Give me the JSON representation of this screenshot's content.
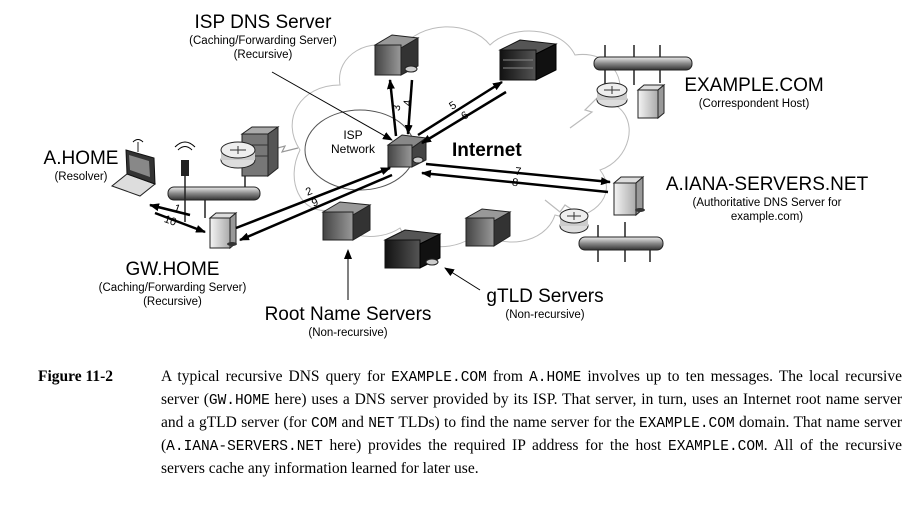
{
  "nodes": {
    "isp_dns": {
      "title": "ISP DNS Server",
      "sub1": "(Caching/Forwarding Server)",
      "sub2": "(Recursive)"
    },
    "example_com": {
      "title": "EXAMPLE.COM",
      "sub1": "(Correspondent Host)"
    },
    "a_home": {
      "title": "A.HOME",
      "sub1": "(Resolver)"
    },
    "gw_home": {
      "title": "GW.HOME",
      "sub1": "(Caching/Forwarding Server)",
      "sub2": "(Recursive)"
    },
    "iana": {
      "title": "A.IANA-SERVERS.NET",
      "sub1": "(Authoritative DNS Server for",
      "sub2": "example.com)"
    },
    "root": {
      "title": "Root Name Servers",
      "sub1": "(Non-recursive)"
    },
    "gtld": {
      "title": "gTLD Servers",
      "sub1": "(Non-recursive)"
    },
    "isp_network": {
      "line1": "ISP",
      "line2": "Network"
    },
    "internet": "Internet"
  },
  "messages": [
    "1",
    "2",
    "3",
    "4",
    "5",
    "6",
    "7",
    "8",
    "9",
    "10"
  ],
  "caption": {
    "label": "Figure 11-2",
    "parts": [
      {
        "t": "A typical recursive DNS query for ",
        "m": false
      },
      {
        "t": "EXAMPLE.COM",
        "m": true
      },
      {
        "t": " from ",
        "m": false
      },
      {
        "t": "A.HOME",
        "m": true
      },
      {
        "t": " involves up to ten messages. The local recursive server (",
        "m": false
      },
      {
        "t": "GW.HOME",
        "m": true
      },
      {
        "t": " here) uses a DNS server provided by its ISP. That server, in turn, uses an Internet root name server and a gTLD server (for ",
        "m": false
      },
      {
        "t": "COM",
        "m": true
      },
      {
        "t": " and ",
        "m": false
      },
      {
        "t": "NET",
        "m": true
      },
      {
        "t": " TLDs) to find the name server for the ",
        "m": false
      },
      {
        "t": "EXAMPLE.COM",
        "m": true
      },
      {
        "t": " domain. That name server (",
        "m": false
      },
      {
        "t": "A.IANA-SERVERS.NET",
        "m": true
      },
      {
        "t": " here) provides the required IP address for the host ",
        "m": false
      },
      {
        "t": "EXAMPLE.COM",
        "m": true
      },
      {
        "t": ". All of the recursive servers cache any information learned for later use.",
        "m": false
      }
    ]
  }
}
